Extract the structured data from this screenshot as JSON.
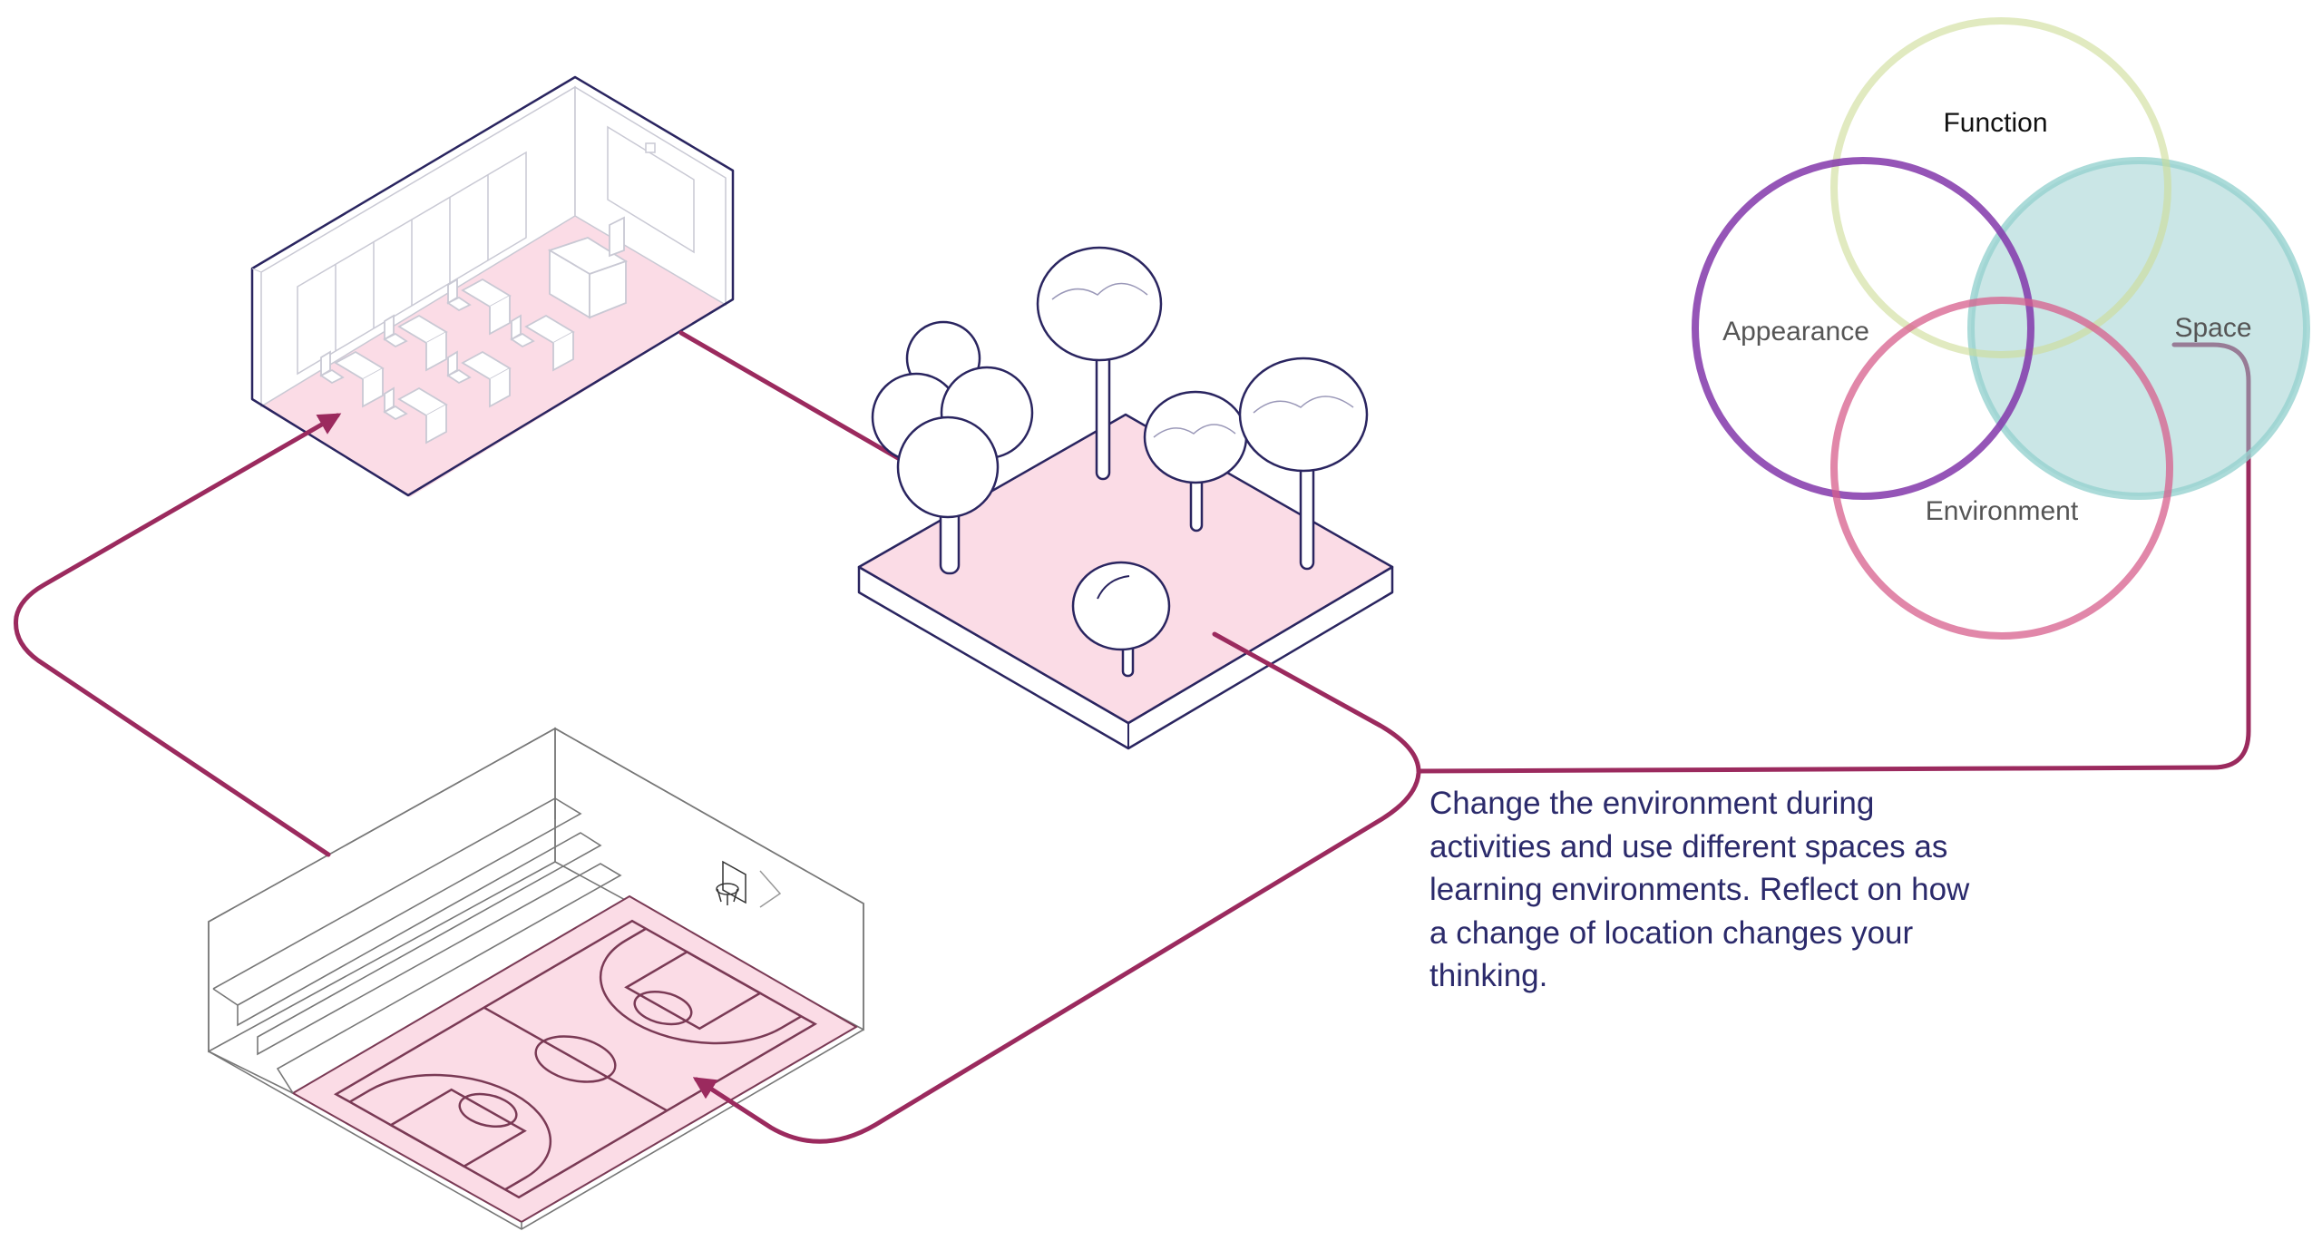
{
  "venn": {
    "function_label": "Function",
    "appearance_label": "Appearance",
    "space_label": "Space",
    "environment_label": "Environment"
  },
  "description": {
    "lines": [
      "Change the environment during",
      "activities and use different spaces as",
      "learning environments. Reflect on how",
      "a change of location changes your",
      "thinking."
    ]
  },
  "colors": {
    "path": "#9b2a5e",
    "outline": "#2a2560",
    "floor": "#fbdce6",
    "text": "#2b2a6b",
    "function": "#dfe8c0",
    "appearance": "#9050b0",
    "space": "#a8d8d6",
    "environment": "#e07fa0"
  }
}
